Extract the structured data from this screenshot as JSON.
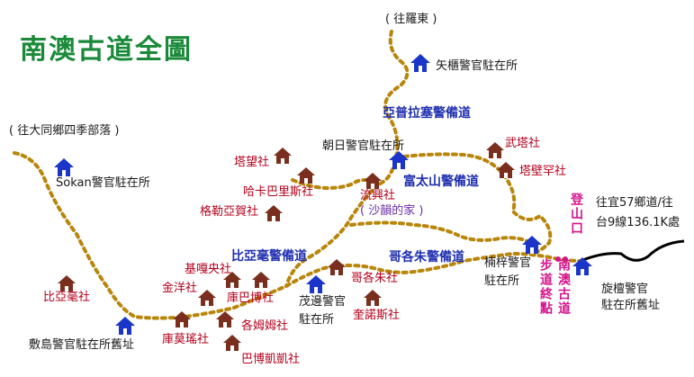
{
  "title": "南澳古道全圖",
  "labels": {
    "to_luodong": "( 往羅東 )",
    "to_datong": "( 往大同鄉四季部落 )",
    "to_yilan": "往宜57鄉道/往",
    "to_yilan2": "台9線136.1K處"
  },
  "police": {
    "shiguei": "矢櫃警官駐在所",
    "chaori": "朝日警官駐在所",
    "sokan": "Sokan警官駐在所",
    "nanzi": "楠梓警官",
    "nanzi2": "駐在所",
    "maobian": "茂邊警官",
    "maobian2": "駐在所",
    "xuantan": "旋檀警官",
    "xuantan2": "駐在所舊址",
    "dunao": "敷島警官駐在所舊址"
  },
  "tribes": {
    "wuta": "武塔社",
    "tabi": "塔壁罕社",
    "tawang": "塔望社",
    "hakabali": "哈卡巴里斯社",
    "geleyahe": "格勒亞賀社",
    "liuxing": "流興社",
    "bizhao": "比亞毫社",
    "jixiyang": "基嘎央社",
    "jinyang": "金洋社",
    "kubabo": "庫巴博社",
    "gemumu": "各姆姆社",
    "kumolu": "庫莫瑤社",
    "babokai": "巴博凱凱社",
    "gegezhu": "哥各朱社",
    "kuinuosi": "奎諾斯社"
  },
  "roads": {
    "yapulasai": "亞普拉塞警備道",
    "futaishan": "富太山警備道",
    "biyahao": "比亞毫警備道",
    "gegezhu": "哥各朱警備道"
  },
  "notes": {
    "shayun": "( 沙韻的家 )",
    "dengshankou": "登山口",
    "buding": "步道終點",
    "nanao": "南澳古道"
  },
  "colors": {
    "trail": "#b8860b",
    "house": "#7a2e1e",
    "police": "#1a35c8",
    "road": "#000000",
    "entry": "#d4148c"
  }
}
